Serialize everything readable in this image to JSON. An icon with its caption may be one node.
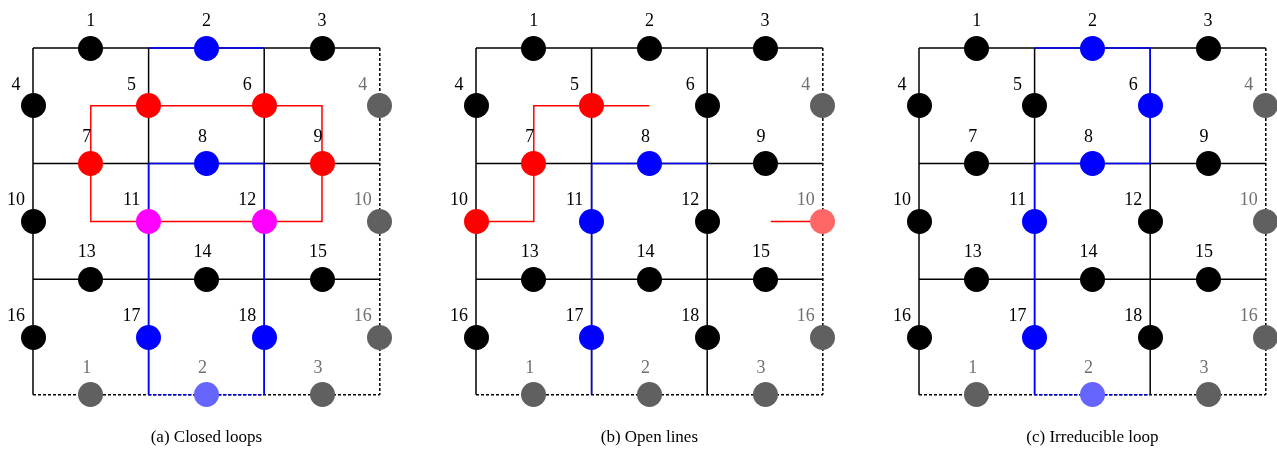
{
  "diagram": {
    "nodes": [
      {
        "text": [
          "1"
        ]
      },
      {
        "text": [
          "2"
        ]
      },
      {
        "text": [
          "3"
        ]
      },
      {
        "text": [
          "4"
        ]
      },
      {
        "text": [
          "5"
        ]
      },
      {
        "text": [
          "6"
        ]
      },
      {
        "text": [
          "4"
        ]
      },
      {
        "text": [
          "7"
        ]
      },
      {
        "text": [
          "8"
        ]
      },
      {
        "text": [
          "9"
        ]
      },
      {
        "text": [
          "10"
        ]
      },
      {
        "text": [
          "11"
        ]
      },
      {
        "text": [
          "12"
        ]
      },
      {
        "text": [
          "10"
        ]
      },
      {
        "text": [
          "13"
        ]
      },
      {
        "text": [
          "14"
        ]
      },
      {
        "text": [
          "15"
        ]
      },
      {
        "text": [
          "16"
        ]
      },
      {
        "text": [
          "17"
        ]
      },
      {
        "text": [
          "18"
        ]
      },
      {
        "text": [
          "16"
        ]
      },
      {
        "text": [
          "1"
        ]
      },
      {
        "text": [
          "2"
        ]
      },
      {
        "text": [
          "3"
        ]
      },
      {
        "text": [
          "1"
        ]
      },
      {
        "text": [
          "2"
        ]
      },
      {
        "text": [
          "3"
        ]
      },
      {
        "text": [
          "4"
        ]
      },
      {
        "text": [
          "5"
        ]
      },
      {
        "text": [
          "6"
        ]
      },
      {
        "text": [
          "4"
        ]
      },
      {
        "text": [
          "7"
        ]
      },
      {
        "text": [
          "8"
        ]
      },
      {
        "text": [
          "9"
        ]
      },
      {
        "text": [
          "10"
        ]
      },
      {
        "text": [
          "11"
        ]
      },
      {
        "text": [
          "12"
        ]
      },
      {
        "text": [
          "10"
        ]
      },
      {
        "text": [
          "13"
        ]
      },
      {
        "text": [
          "14"
        ]
      },
      {
        "text": [
          "15"
        ]
      },
      {
        "text": [
          "16"
        ]
      },
      {
        "text": [
          "17"
        ]
      },
      {
        "text": [
          "18"
        ]
      },
      {
        "text": [
          "16"
        ]
      },
      {
        "text": [
          "1"
        ]
      },
      {
        "text": [
          "2"
        ]
      },
      {
        "text": [
          "3"
        ]
      },
      {
        "text": [
          "1"
        ]
      },
      {
        "text": [
          "2"
        ]
      },
      {
        "text": [
          "3"
        ]
      },
      {
        "text": [
          "4"
        ]
      },
      {
        "text": [
          "5"
        ]
      },
      {
        "text": [
          "6"
        ]
      },
      {
        "text": [
          "4"
        ]
      },
      {
        "text": [
          "7"
        ]
      },
      {
        "text": [
          "8"
        ]
      },
      {
        "text": [
          "9"
        ]
      },
      {
        "text": [
          "10"
        ]
      },
      {
        "text": [
          "11"
        ]
      },
      {
        "text": [
          "12"
        ]
      },
      {
        "text": [
          "10"
        ]
      },
      {
        "text": [
          "13"
        ]
      },
      {
        "text": [
          "14"
        ]
      },
      {
        "text": [
          "15"
        ]
      },
      {
        "text": [
          "16"
        ]
      },
      {
        "text": [
          "17"
        ]
      },
      {
        "text": [
          "18"
        ]
      },
      {
        "text": [
          "16"
        ]
      },
      {
        "text": [
          "1"
        ]
      },
      {
        "text": [
          "2"
        ]
      },
      {
        "text": [
          "3"
        ]
      }
    ],
    "labels": [
      "(a) Closed loops",
      "(b) Open lines",
      "(c) Irreducible loop"
    ]
  }
}
